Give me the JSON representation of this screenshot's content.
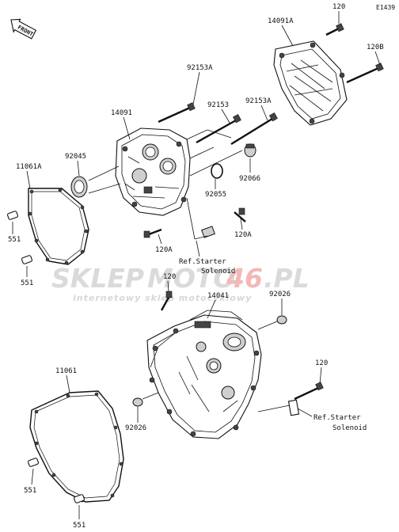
{
  "diagram_code": "E1439",
  "front_label": "FRONT",
  "watermark": {
    "part1": "SKLEP",
    "part2": "MOTO",
    "part3": "46",
    "part4": ".PL",
    "subtitle": "internetowy sklep motocyklowy",
    "color_gray": "#d9d9d9",
    "color_red": "#f2b5b5"
  },
  "labels": {
    "p120_top": "120",
    "p14091A": "14091A",
    "p120B": "120B",
    "p92153A_1": "92153A",
    "p92153": "92153",
    "p92153A_2": "92153A",
    "p14091": "14091",
    "p92045": "92045",
    "p11061A": "11061A",
    "p92066": "92066",
    "p92055": "92055",
    "p551_1": "551",
    "p120A_1": "120A",
    "p120A_2": "120A",
    "p551_2": "551",
    "p120_mid": "120",
    "p14041": "14041",
    "p92026_1": "92026",
    "p11061": "11061",
    "p120_right": "120",
    "p92026_2": "92026",
    "p551_3": "551",
    "p551_4": "551"
  },
  "references": {
    "ref1_line1": "Ref.Starter",
    "ref1_line2": "Solenoid",
    "ref2_line1": "Ref.Starter",
    "ref2_line2": "Solenoid"
  }
}
